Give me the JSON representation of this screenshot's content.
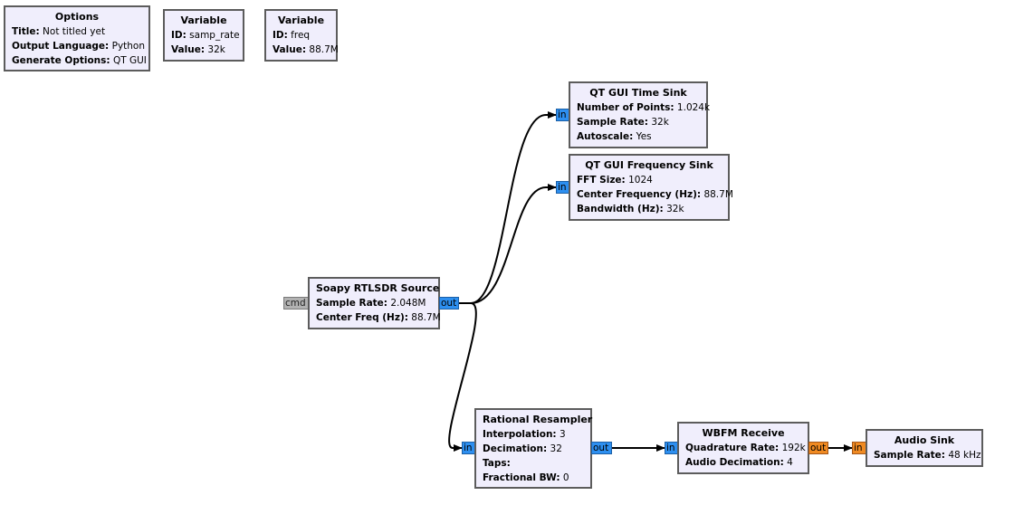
{
  "blocks": {
    "options": {
      "title": "Options",
      "params": [
        {
          "label": "Title:",
          "value": "Not titled yet"
        },
        {
          "label": "Output Language:",
          "value": "Python"
        },
        {
          "label": "Generate Options:",
          "value": "QT GUI"
        }
      ]
    },
    "var_samp_rate": {
      "title": "Variable",
      "params": [
        {
          "label": "ID:",
          "value": "samp_rate"
        },
        {
          "label": "Value:",
          "value": "32k"
        }
      ]
    },
    "var_freq": {
      "title": "Variable",
      "params": [
        {
          "label": "ID:",
          "value": "freq"
        },
        {
          "label": "Value:",
          "value": "88.7M"
        }
      ]
    },
    "time_sink": {
      "title": "QT GUI Time Sink",
      "params": [
        {
          "label": "Number of Points:",
          "value": "1.024k"
        },
        {
          "label": "Sample Rate:",
          "value": "32k"
        },
        {
          "label": "Autoscale:",
          "value": "Yes"
        }
      ],
      "in_port": "in"
    },
    "freq_sink": {
      "title": "QT GUI Frequency Sink",
      "params": [
        {
          "label": "FFT Size:",
          "value": "1024"
        },
        {
          "label": "Center Frequency (Hz):",
          "value": "88.7M"
        },
        {
          "label": "Bandwidth (Hz):",
          "value": "32k"
        }
      ],
      "in_port": "in"
    },
    "soapy_source": {
      "title": "Soapy RTLSDR Source",
      "params": [
        {
          "label": "Sample Rate:",
          "value": "2.048M"
        },
        {
          "label": "Center Freq (Hz):",
          "value": "88.7M"
        }
      ],
      "cmd_port": "cmd",
      "out_port": "out"
    },
    "resampler": {
      "title": "Rational Resampler",
      "params": [
        {
          "label": "Interpolation:",
          "value": "3"
        },
        {
          "label": "Decimation:",
          "value": "32"
        },
        {
          "label": "Taps:",
          "value": ""
        },
        {
          "label": "Fractional BW:",
          "value": "0"
        }
      ],
      "in_port": "in",
      "out_port": "out"
    },
    "wbfm": {
      "title": "WBFM Receive",
      "params": [
        {
          "label": "Quadrature Rate:",
          "value": "192k"
        },
        {
          "label": "Audio Decimation:",
          "value": "4"
        }
      ],
      "in_port": "in",
      "out_port": "out"
    },
    "audio_sink": {
      "title": "Audio Sink",
      "params": [
        {
          "label": "Sample Rate:",
          "value": "48 kHz"
        }
      ],
      "in_port": "in"
    }
  },
  "colors": {
    "block_bg": "#f0eefc",
    "block_border": "#5c5c5c",
    "port_complex": "#2d8ff0",
    "port_float": "#f08a22",
    "port_message": "#b2b2b2",
    "wire": "#000000"
  }
}
